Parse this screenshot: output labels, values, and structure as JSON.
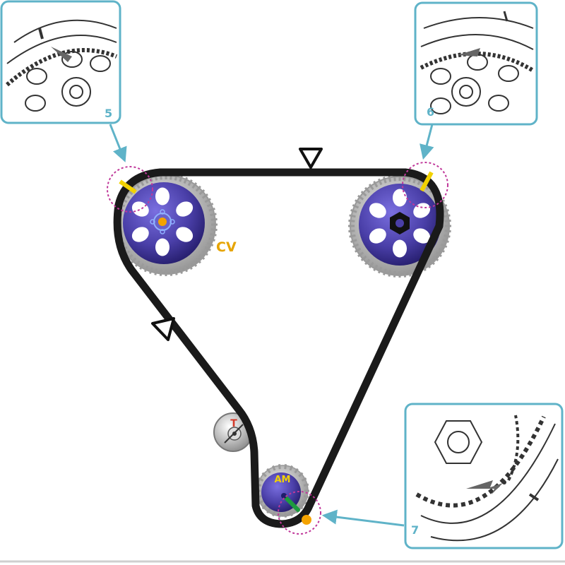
{
  "labels": {
    "camshaft": "CV",
    "crankshaft": "AM",
    "tensioner_mark": "T"
  },
  "callouts": {
    "detail_5": "5",
    "detail_6": "6",
    "detail_7": "7"
  },
  "colors": {
    "belt": "#1a1a1a",
    "pulley_face": "#4a3fa8",
    "pulley_teeth": "#bdbdbd",
    "callout_frame": "#5fb3c8",
    "callout_number": "#5fb3c8",
    "label_text": "#e6a400",
    "highlight_circle": "#c0389a",
    "timing_mark": "#f2d200",
    "crank_pointer": "#1e9a3e",
    "crank_dot": "#f4a300",
    "tensioner_mark": "#d33a2a"
  },
  "icons": {
    "direction_arrows": "open-triangle-arrow",
    "detail_arrow": "callout-arrow"
  }
}
